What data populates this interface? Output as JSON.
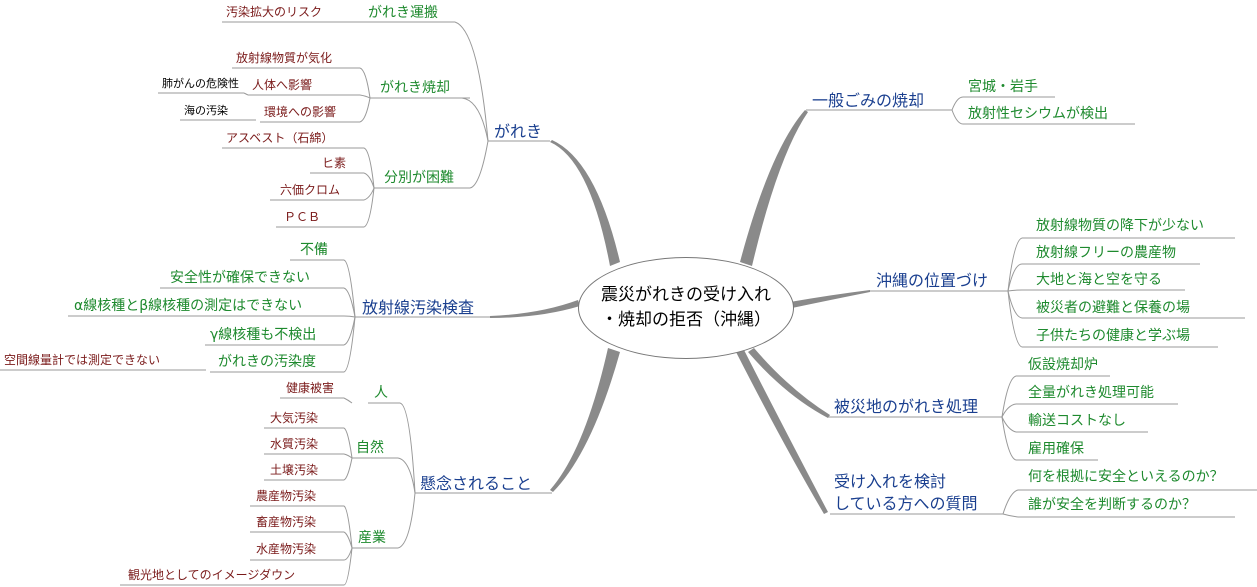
{
  "center": {
    "line1": "震災がれきの受け入れ",
    "line2": "・焼却の拒否（沖縄）"
  },
  "gareki": {
    "label": "がれき",
    "unpan": {
      "label": "がれき運搬",
      "items": [
        "汚染拡大のリスク"
      ]
    },
    "shokyaku": {
      "label": "がれき焼却",
      "kika": "放射線物質が気化",
      "jintai": {
        "label": "人体へ影響",
        "detail": "肺がんの危険性"
      },
      "kankyo": {
        "label": "環境への影響",
        "detail": "海の汚染"
      }
    },
    "bunbetsu": {
      "label": "分別が困難",
      "items": [
        "アスベスト（石綿）",
        "ヒ素",
        "六価クロム",
        "ＰＣＢ"
      ]
    }
  },
  "kensa": {
    "label": "放射線汚染検査",
    "items": [
      "不備",
      "安全性が確保できない",
      "α線核種とβ線核種の測定はできない",
      "γ線核種も不検出",
      "がれきの汚染度"
    ],
    "detail": "空間線量計では測定できない"
  },
  "kenen": {
    "label": "懸念されること",
    "hito": {
      "label": "人",
      "items": [
        "健康被害"
      ]
    },
    "shizen": {
      "label": "自然",
      "items": [
        "大気汚染",
        "水質汚染",
        "土壌汚染"
      ]
    },
    "sangyo": {
      "label": "産業",
      "items": [
        "農産物汚染",
        "畜産物汚染",
        "水産物汚染",
        "観光地としてのイメージダウン"
      ]
    }
  },
  "ippan": {
    "label": "一般ごみの焼却",
    "items": [
      "宮城・岩手",
      "放射性セシウムが検出"
    ]
  },
  "okinawa": {
    "label": "沖縄の位置づけ",
    "items": [
      "放射線物質の降下が少ない",
      "放射線フリーの農産物",
      "大地と海と空を守る",
      "被災者の避難と保養の場",
      "子供たちの健康と学ぶ場"
    ]
  },
  "hisaichi": {
    "label": "被災地のがれき処理",
    "items": [
      "仮設焼却炉",
      "全量がれき処理可能",
      "輸送コストなし",
      "雇用確保"
    ]
  },
  "shitsumon": {
    "line1": "受け入れを検討",
    "line2": "している方への質問",
    "items": [
      "何を根拠に安全といえるのか？",
      "誰が安全を判断するのか？"
    ]
  }
}
